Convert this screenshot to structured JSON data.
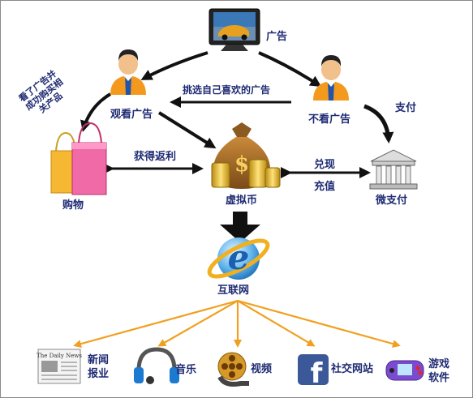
{
  "labels": {
    "ad": "广告",
    "watch_ad": "观看广告",
    "not_watch_ad": "不看广告",
    "choose_ad": "挑选自己喜欢的广告",
    "pay": "支付",
    "shopping_note_line1": "看了广告并",
    "shopping_note_line2": "成功购买相",
    "shopping_note_line3": "关产品",
    "get_rebate": "获得返利",
    "exchange": "兑现",
    "recharge": "充值",
    "shopping": "购物",
    "virtual_coin": "虚拟币",
    "micropay": "微支付",
    "internet": "互联网",
    "news_line1": "新闻",
    "news_line2": "报业",
    "music": "音乐",
    "video": "视频",
    "social_line1": "社交网站",
    "games_line1": "游戏",
    "games_line2": "软件"
  },
  "newspaper_masthead": "The Daily News",
  "colors": {
    "label_text": "#1f2b73",
    "arrow_black": "#111111",
    "arrow_orange": "#f0a020",
    "person_shirt": "#f39a1e"
  }
}
